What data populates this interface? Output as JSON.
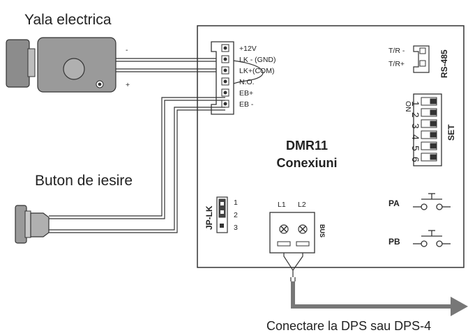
{
  "lock": {
    "title": "Yala electrica",
    "minus": "-",
    "plus": "+"
  },
  "exit_button": {
    "title": "Buton de iesire"
  },
  "connector_pins": [
    "+12V",
    "LK - (GND)",
    "LK+(COM)",
    "N.O.",
    "EB+",
    "EB -"
  ],
  "rs485": {
    "title": "RS-485",
    "pins": [
      "T/R -",
      "T/R+"
    ]
  },
  "dip_switch": {
    "title": "SET",
    "on_label": "ON",
    "numbers": [
      "1",
      "2",
      "3",
      "4",
      "5",
      "6"
    ]
  },
  "board": {
    "model": "DMR11",
    "subtitle": "Conexiuni"
  },
  "jumper": {
    "title": "JP-LK",
    "pins": [
      "1",
      "2",
      "3"
    ]
  },
  "bus_terminal": {
    "title": "BUS",
    "pins": [
      "L1",
      "L2"
    ]
  },
  "buttons": {
    "pa": "PA",
    "pb": "PB"
  },
  "footer": {
    "caption": "Conectare la DPS sau DPS-4"
  }
}
